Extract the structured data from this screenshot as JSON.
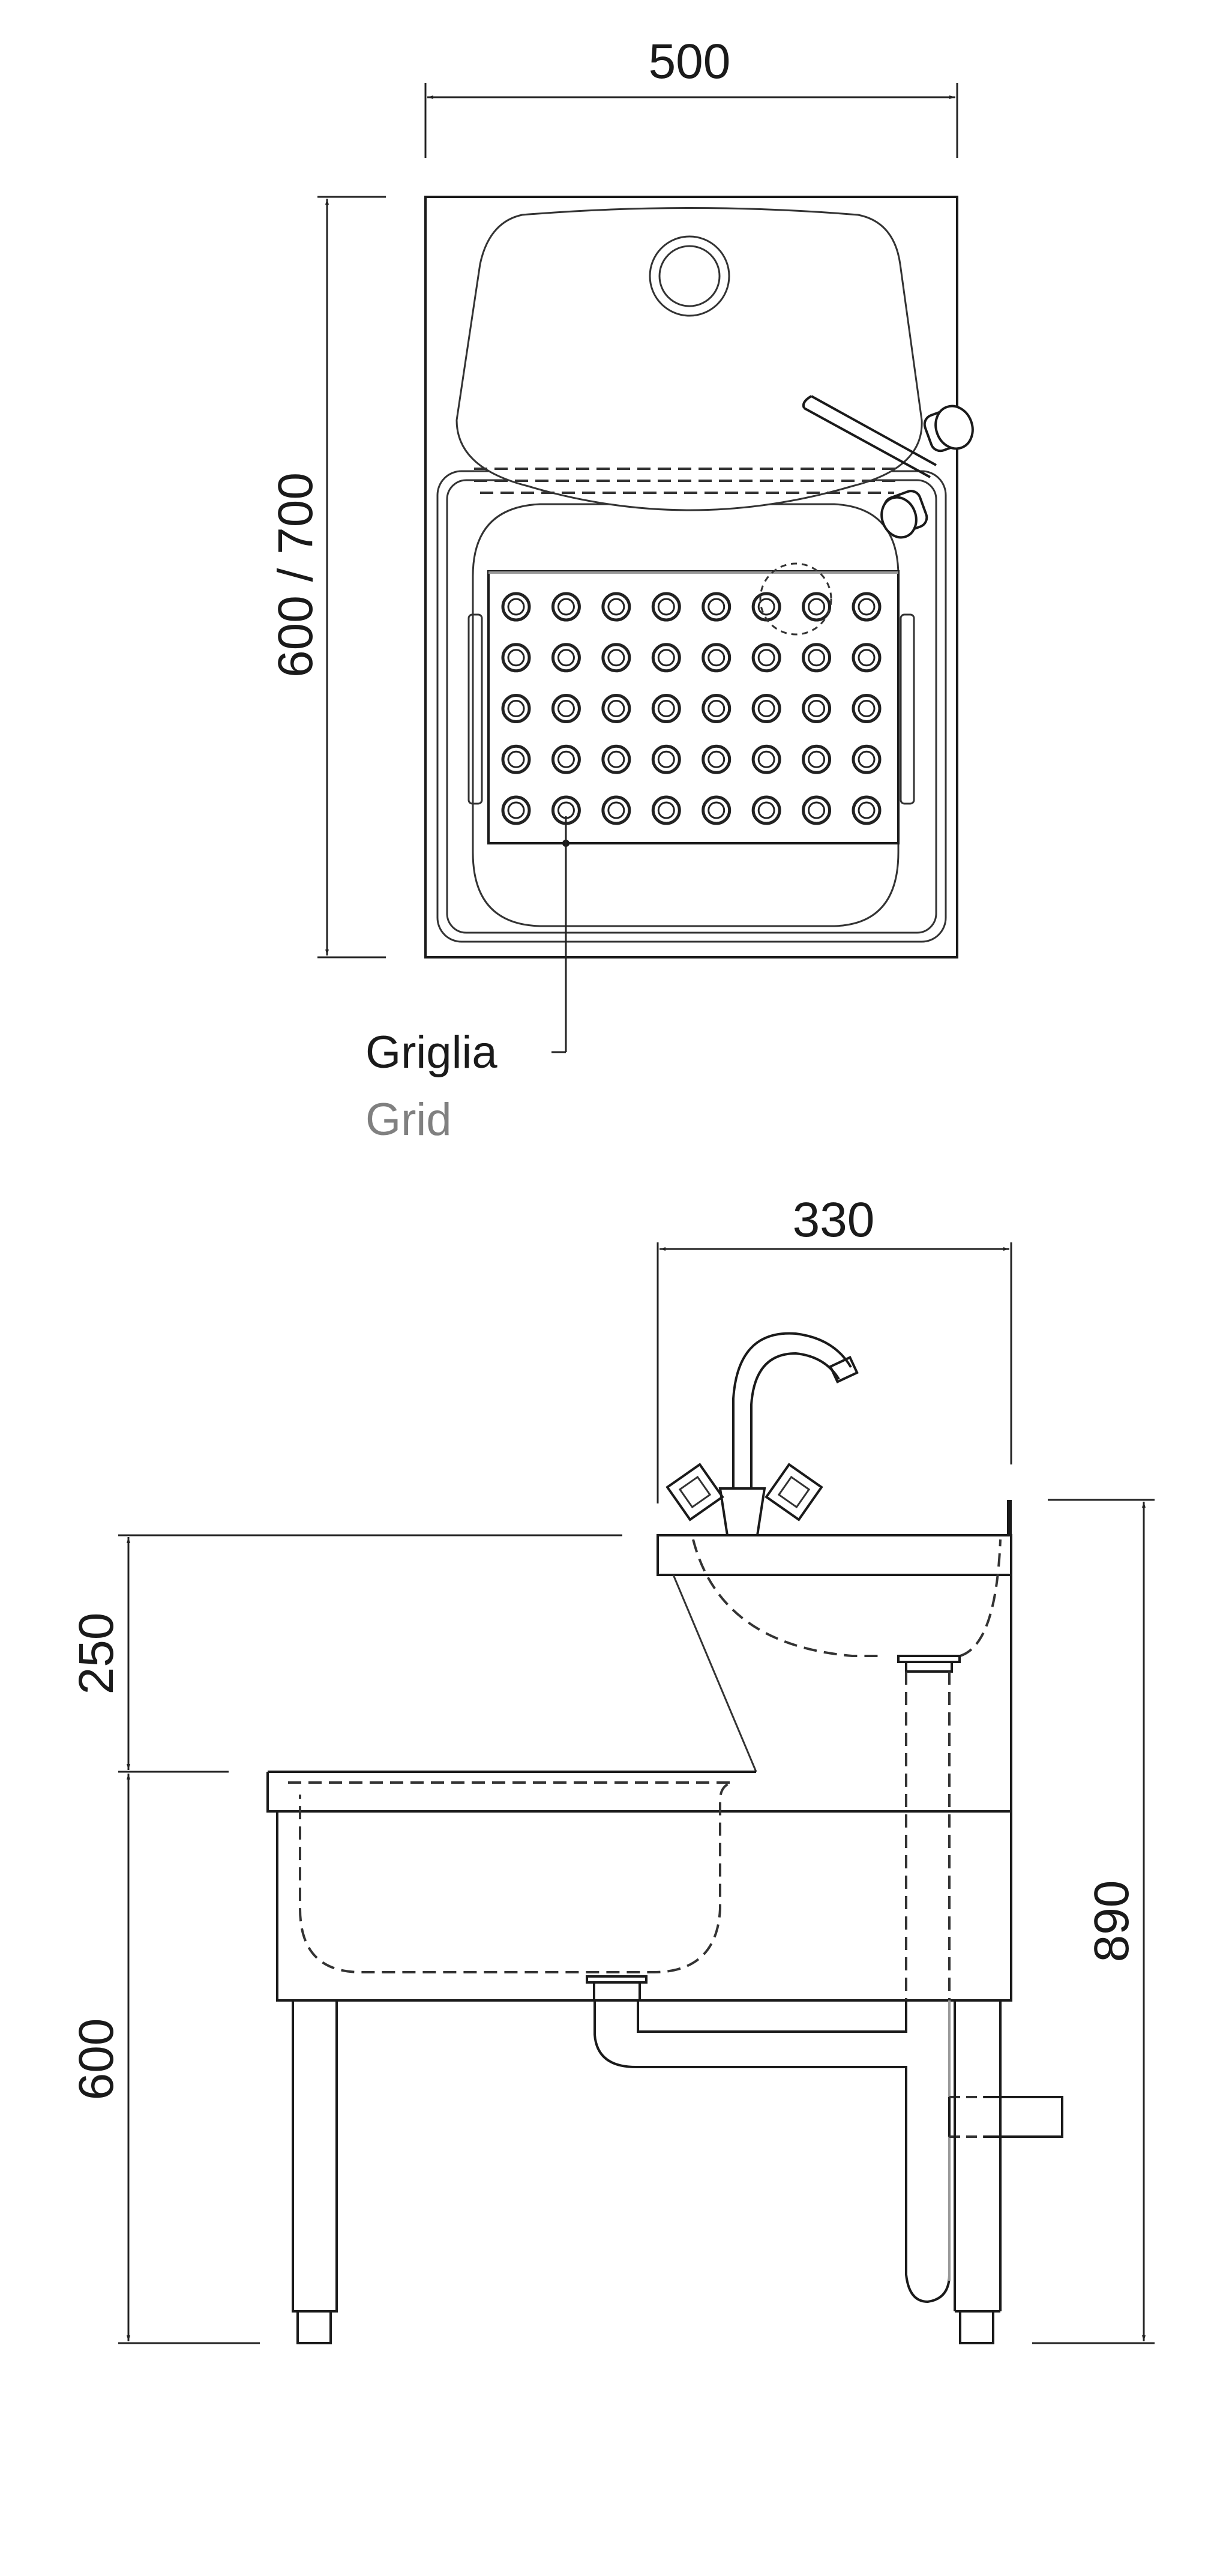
{
  "top_view": {
    "width_dimension": "500",
    "depth_dimension": "600 / 700",
    "callout_label_it": "Griglia",
    "callout_label_en": "Grid",
    "grid_rows": 5,
    "grid_columns": 8
  },
  "side_view": {
    "upper_basin_width": "330",
    "upper_basin_height_offset": "250",
    "lower_sink_height": "600",
    "total_height": "890"
  },
  "colors": {
    "line": "#1a1a1a",
    "secondary_text": "#808080"
  }
}
